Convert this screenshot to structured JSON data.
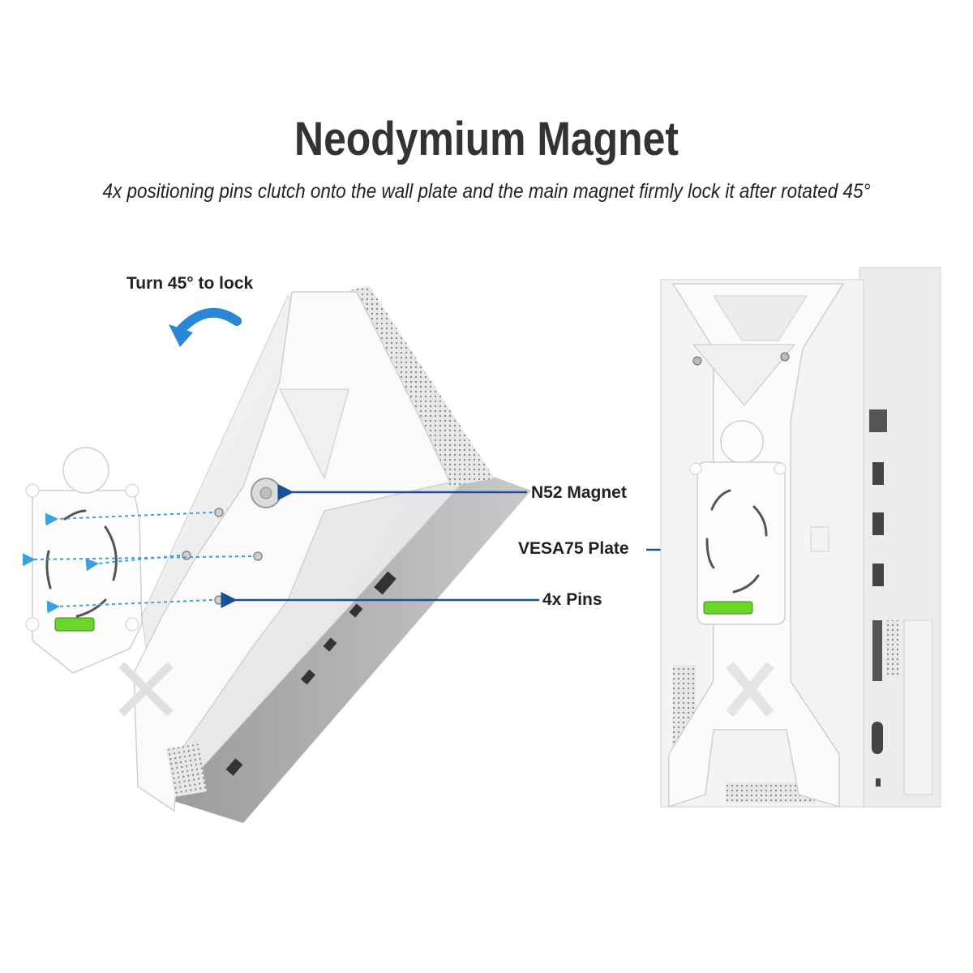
{
  "header": {
    "title": "Neodymium Magnet",
    "subtitle": "4x positioning pins clutch onto the wall plate and the main magnet firmly lock it after rotated 45°"
  },
  "callouts": {
    "turn": "Turn 45° to lock",
    "magnet": "N52 Magnet",
    "plate": "VESA75 Plate",
    "pins": "4x Pins"
  },
  "colors": {
    "callout_line": "#1a4f9c",
    "rotate_arrow": "#2a86d6",
    "dashed_arrow": "#3aa0e0",
    "level_bubble": "#6bd62a"
  }
}
